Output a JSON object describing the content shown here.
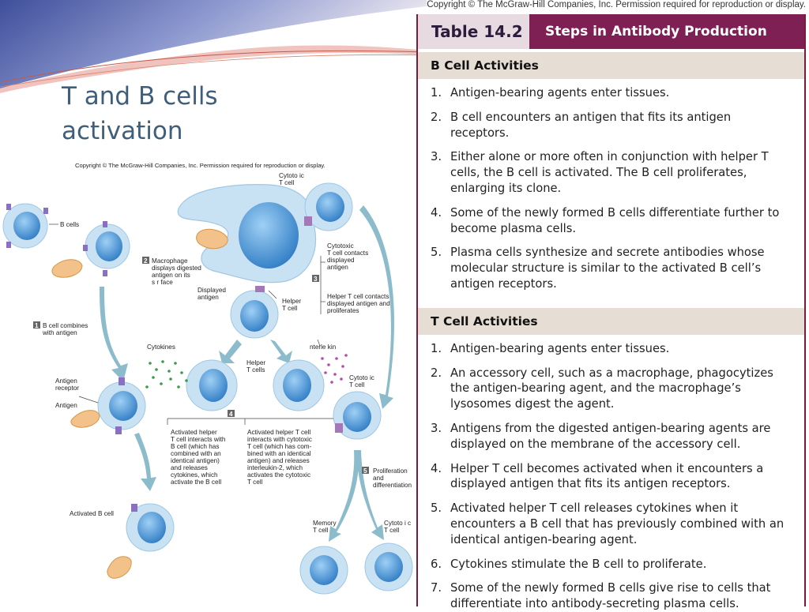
{
  "copyright_top": "Copyright © The McGraw-Hill Companies, Inc. Permission required for reproduction or display.",
  "slide_title": "T and B cells activation",
  "figure": {
    "copyright": "Copyright © The McGraw-Hill Companies, Inc. Permission required for reproduction or display.",
    "labels": {
      "b_cells": "B cells",
      "cytotoxic_top": [
        "Cytoto ic",
        "T cell"
      ],
      "step2_num": "2",
      "step2_text": [
        "Macrophage",
        "displays digested",
        "antigen on its",
        "s r face"
      ],
      "displayed_antigen": [
        "Displayed",
        "antigen"
      ],
      "step3_num": "3",
      "step3a_text": [
        "Cytotoxic",
        "T cell contacts",
        "displayed",
        "antigen"
      ],
      "step3b_text": [
        "Helper T cell contacts",
        "displayed antigen and",
        "proliferates"
      ],
      "helper_top": [
        "Helper",
        "T cell"
      ],
      "step1_num": "1",
      "step1_text": [
        "B cell combines",
        "with antigen"
      ],
      "cytokines": "Cytokines",
      "helper_cells": [
        "Helper",
        "T cells"
      ],
      "interleukin": "nterle kin",
      "cytotoxic_mid": [
        "Cytoto ic",
        "T cell"
      ],
      "antigen_receptor": [
        "Antigen",
        "receptor"
      ],
      "antigen": "Antigen",
      "step4_num": "4",
      "step4a_text": [
        "Activated helper",
        "T cell interacts with",
        "B cell (which has",
        "combined with an",
        "identical antigen)",
        "and releases",
        "cytokines, which",
        "activate the B cell"
      ],
      "step4b_text": [
        "Activated helper T cell",
        "interacts with cytotoxic",
        "T cell (which has com-",
        "bined with an identical",
        "antigen) and releases",
        "interleukin-2, which",
        "activates the cytotoxic",
        "T cell"
      ],
      "step5_num": "5",
      "step5_text": [
        "Proliferation",
        "and",
        "differentiation"
      ],
      "activated_b": "Activated B cell",
      "memory_t": [
        "Memory",
        "T cell"
      ],
      "cytotoxic_bottom": [
        "Cytoto i c",
        "T cell"
      ]
    }
  },
  "table": {
    "number": "Table 14.2",
    "title": "Steps in Antibody Production",
    "b_section": "B Cell Activities",
    "b_items": [
      "Antigen-bearing agents enter tissues.",
      "B cell encounters an antigen that fits its antigen receptors.",
      "Either alone or more often in conjunction with helper T cells, the B cell is activated. The B cell proliferates, enlarging its clone.",
      "Some of the newly formed B cells differentiate further to become plasma cells.",
      "Plasma cells synthesize and secrete antibodies whose molecular structure is similar to the activated B cell’s antigen receptors."
    ],
    "t_section": "T Cell Activities",
    "t_items": [
      "Antigen-bearing agents enter tissues.",
      "An accessory cell, such as a macrophage, phagocytizes the antigen-bearing agent, and the macrophage’s lysosomes digest the agent.",
      "Antigens from the digested antigen-bearing agents are displayed on the membrane of the accessory cell.",
      "Helper T cell becomes activated when it encounters a displayed antigen that fits its antigen receptors.",
      "Activated helper T cell releases cytokines when it encounters a B cell that has previously combined with an identical antigen-bearing agent.",
      "Cytokines stimulate the B cell to proliferate.",
      "Some of the newly formed B cells give rise to cells that differentiate into antibody-secreting plasma cells."
    ]
  },
  "colors": {
    "title": "#3f5e7a",
    "table_border": "#7a1a3d",
    "table_title_bg": "#7f2055",
    "section_bg": "#e6ddd4",
    "cell_membrane": "#c9e2f3",
    "cell_nucleus": "#4a93d6",
    "arrow": "#8cbccb"
  }
}
